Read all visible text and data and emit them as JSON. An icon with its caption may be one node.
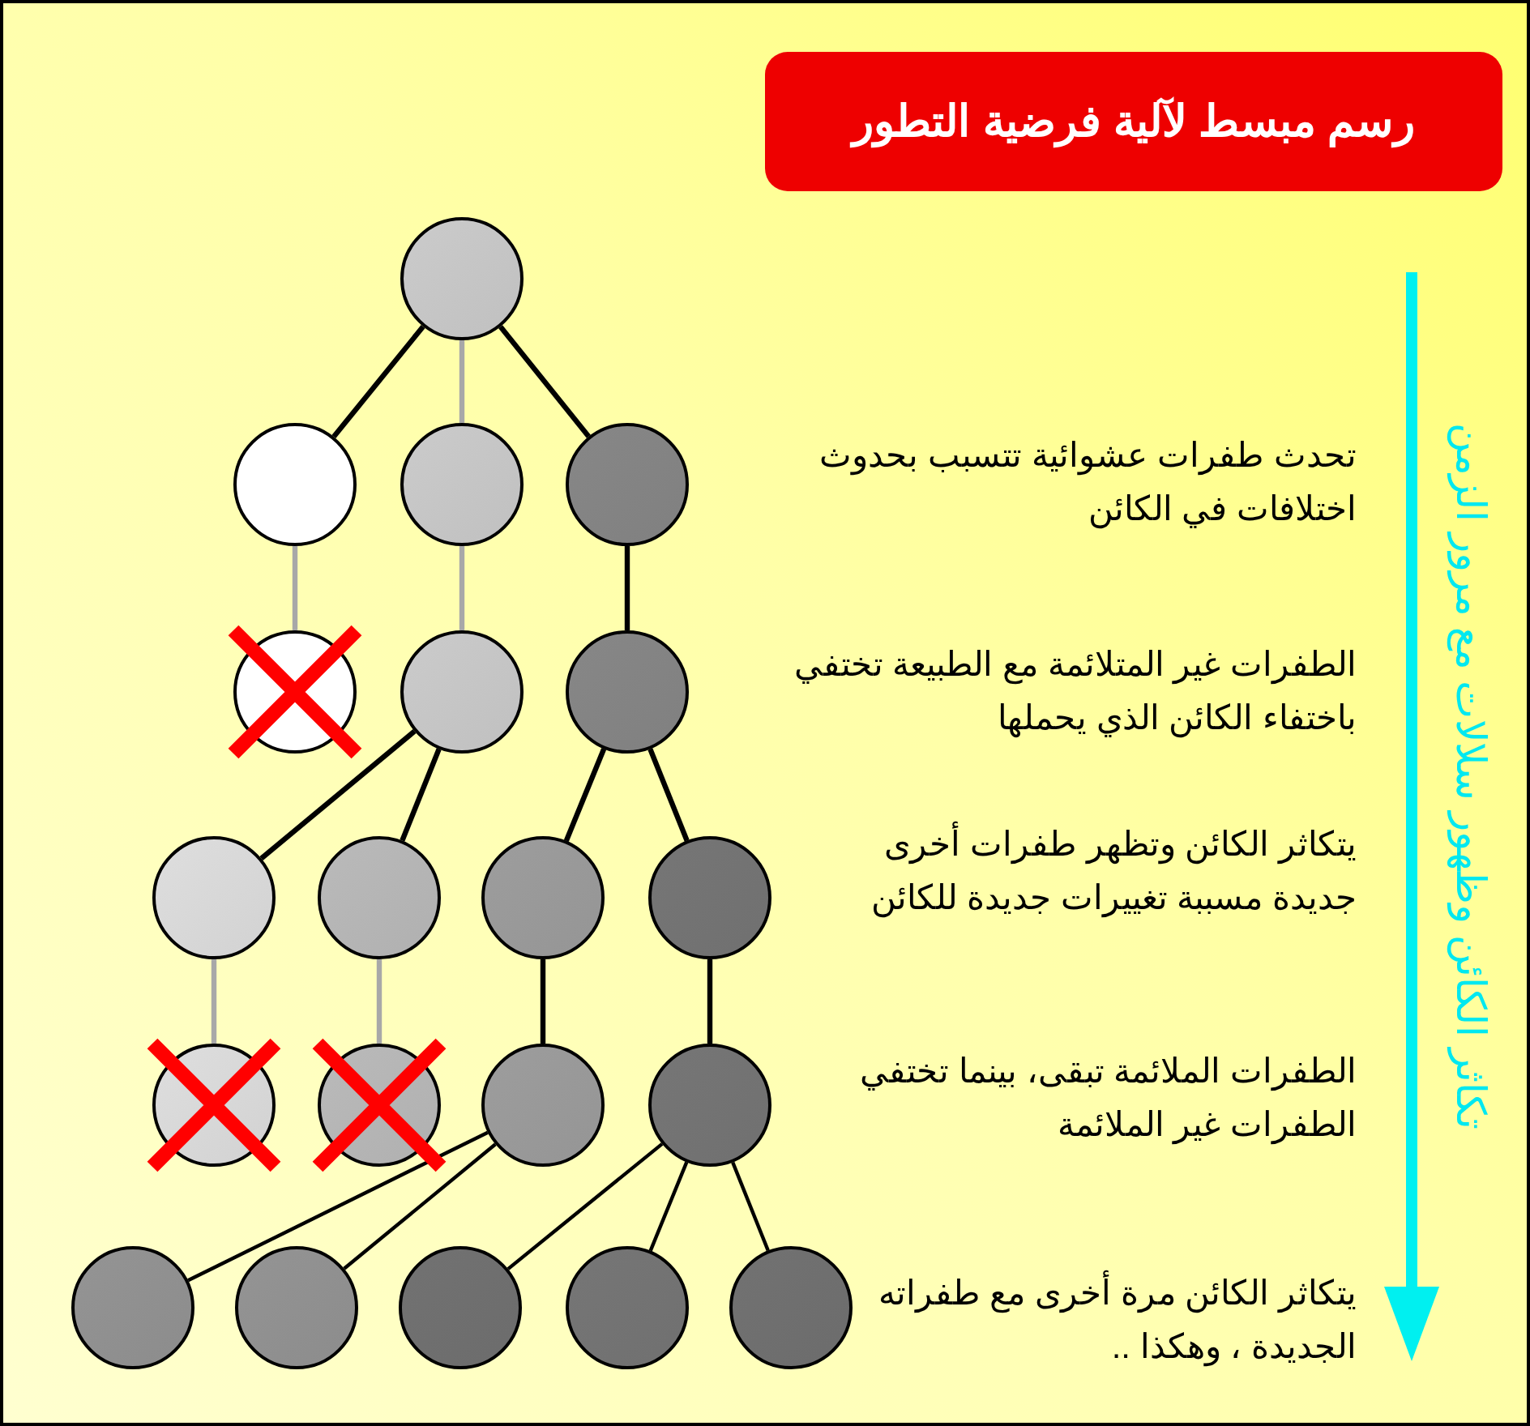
{
  "diagram": {
    "title": "رسم مبسط لآلية فرضية التطور",
    "nodes": [
      {
        "text": [],
        "shape": "circle"
      },
      {
        "text": [],
        "shape": "circle"
      },
      {
        "text": [],
        "shape": "circle"
      },
      {
        "text": [],
        "shape": "circle"
      },
      {
        "text": [],
        "shape": "circle"
      },
      {
        "text": [],
        "shape": "circle"
      },
      {
        "text": [],
        "shape": "circle"
      },
      {
        "text": [],
        "shape": "circle"
      },
      {
        "text": [],
        "shape": "circle"
      },
      {
        "text": [],
        "shape": "circle"
      },
      {
        "text": [],
        "shape": "circle"
      },
      {
        "text": [],
        "shape": "circle"
      },
      {
        "text": [],
        "shape": "circle"
      },
      {
        "text": [],
        "shape": "circle"
      },
      {
        "text": [],
        "shape": "circle"
      },
      {
        "text": [],
        "shape": "circle"
      },
      {
        "text": [],
        "shape": "circle"
      },
      {
        "text": [],
        "shape": "circle"
      },
      {
        "text": [],
        "shape": "circle"
      },
      {
        "text": [],
        "shape": "circle"
      }
    ],
    "edges": [
      {
        "from": 0,
        "to": 1,
        "arrow": "none"
      },
      {
        "from": 0,
        "to": 2,
        "arrow": "none",
        "color": "#a8a8a8"
      },
      {
        "from": 0,
        "to": 3,
        "arrow": "none"
      },
      {
        "from": 1,
        "to": 4,
        "arrow": "none",
        "color": "#a8a8a8"
      },
      {
        "from": 2,
        "to": 5,
        "arrow": "none",
        "color": "#a8a8a8"
      },
      {
        "from": 3,
        "to": 6,
        "arrow": "none"
      },
      {
        "from": 5,
        "to": 7,
        "arrow": "none"
      },
      {
        "from": 5,
        "to": 8,
        "arrow": "none"
      },
      {
        "from": 6,
        "to": 9,
        "arrow": "none"
      },
      {
        "from": 6,
        "to": 10,
        "arrow": "none"
      },
      {
        "from": 7,
        "to": 11,
        "arrow": "none",
        "color": "#a8a8a8"
      },
      {
        "from": 8,
        "to": 12,
        "arrow": "none",
        "color": "#a8a8a8"
      },
      {
        "from": 9,
        "to": 13,
        "arrow": "none"
      },
      {
        "from": 10,
        "to": 14,
        "arrow": "none"
      },
      {
        "from": 13,
        "to": 15,
        "arrow": "none"
      },
      {
        "from": 13,
        "to": 16,
        "arrow": "none"
      },
      {
        "from": 14,
        "to": 17,
        "arrow": "none"
      },
      {
        "from": 14,
        "to": 18,
        "arrow": "none"
      },
      {
        "from": 14,
        "to": 19,
        "arrow": "none"
      }
    ],
    "labels": [
      "تحدث طفرات عشوائية تتسبب بحدوث اختلافات في الكائن",
      "الطفرات غير المتلائمة مع الطبيعة تختفي باختفاء الكائن الذي يحملها",
      "يتكاثر الكائن وتظهر طفرات أخرى جديدة مسببة تغييرات جديدة للكائن",
      "الطفرات الملائمة تبقى، بينما تختفي الطفرات غير الملائمة",
      "يتكاثر الكائن مرة أخرى مع طفراته الجديدة ، وهكذا ..",
      "تكاثر الكائن وظهور سلالات مع مرور الزمن"
    ]
  }
}
